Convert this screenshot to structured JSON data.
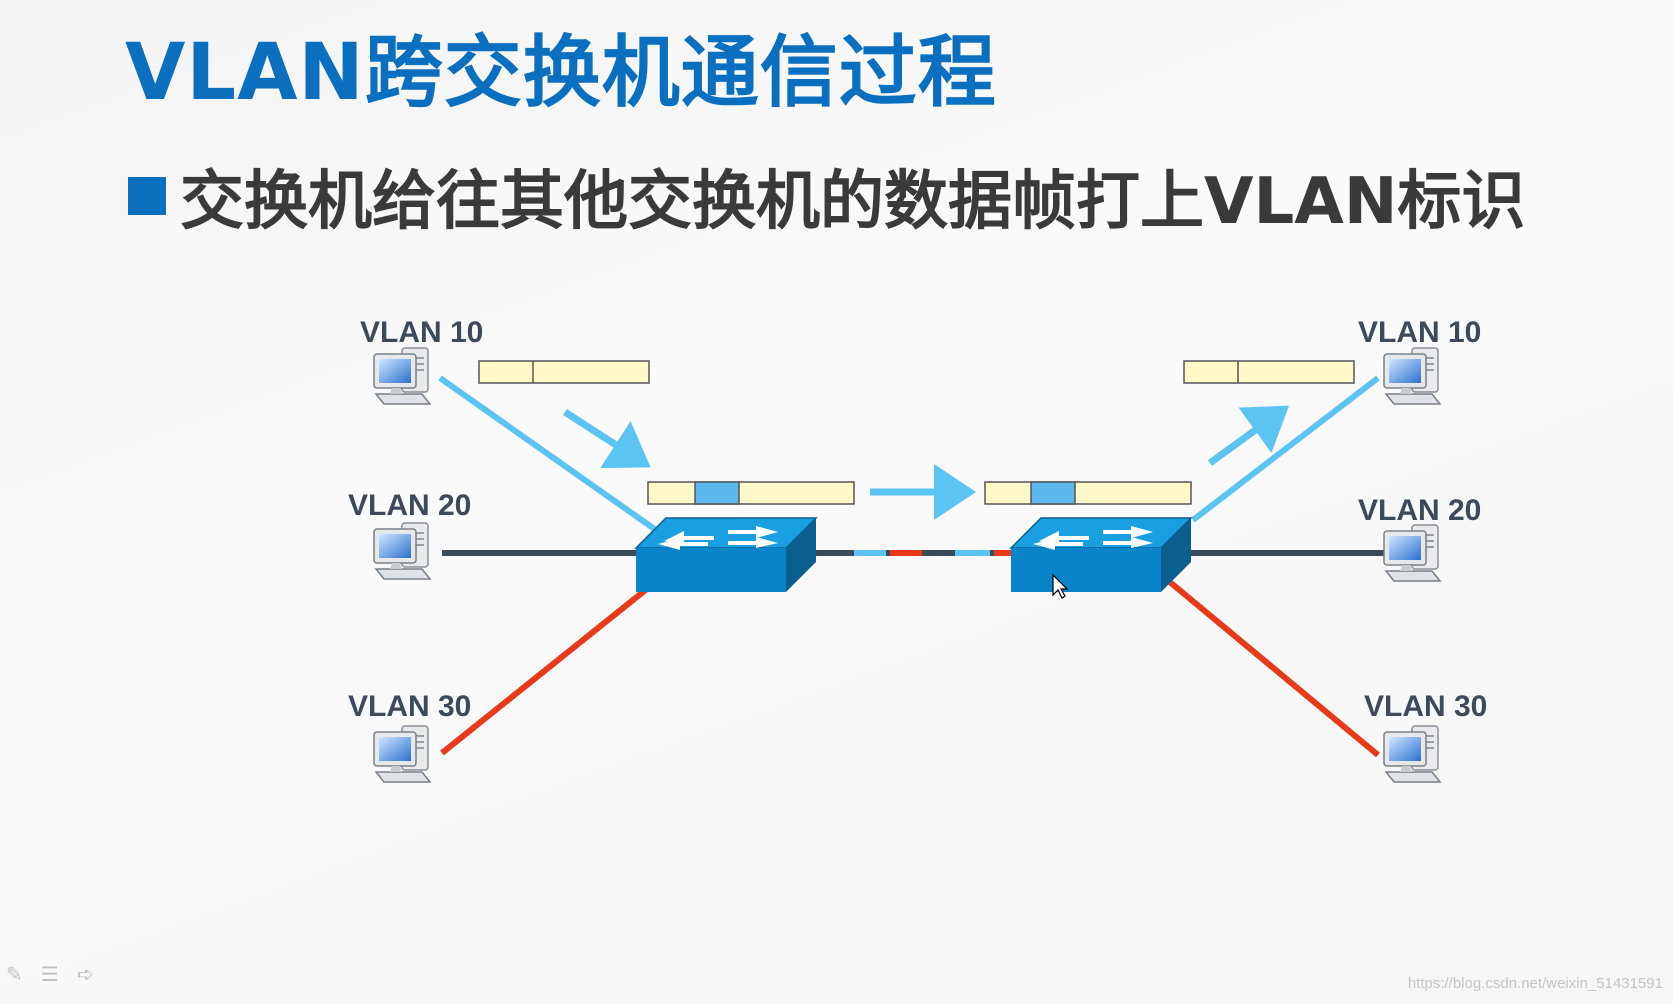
{
  "title": "VLAN跨交换机通信过程",
  "subtitle": "交换机给往其他交换机的数据帧打上VLAN标识",
  "hosts": {
    "left_vlan10": "VLAN 10",
    "left_vlan20": "VLAN 20",
    "left_vlan30": "VLAN 30",
    "right_vlan10": "VLAN 10",
    "right_vlan20": "VLAN 20",
    "right_vlan30": "VLAN 30"
  },
  "colors": {
    "title": "#0b6fc0",
    "vlan10_link": "#5cc4f2",
    "vlan20_link": "#3d4a5a",
    "vlan30_link": "#e8391a",
    "frame_fill": "#fdf8c8",
    "vlan_tag_fill": "#5cb8ef",
    "switch_blue": "#0a84c8"
  },
  "toolbar": {
    "pen_icon": "✎",
    "menu_icon": "☰",
    "next_icon": "➪"
  },
  "watermark": "https://blog.csdn.net/weixin_51431591"
}
